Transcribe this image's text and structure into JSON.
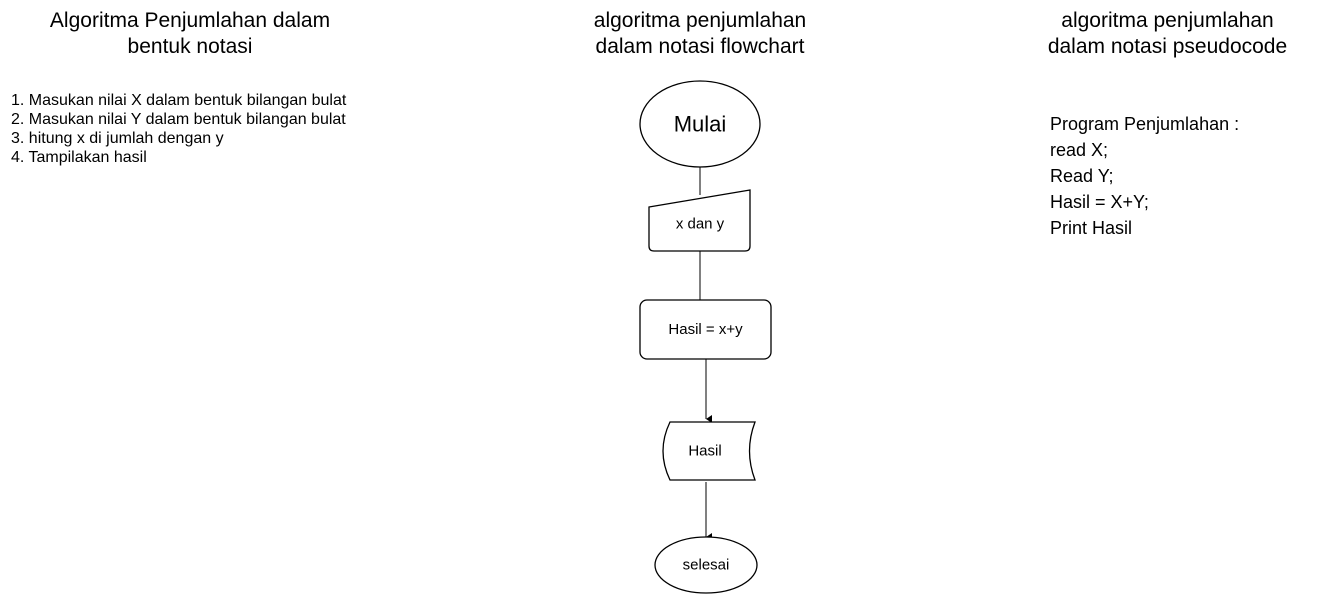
{
  "sections": {
    "left": {
      "title_lines": [
        "Algoritma Penjumlahan dalam",
        "bentuk notasi"
      ],
      "steps": [
        "1. Masukan nilai X dalam bentuk bilangan bulat",
        "2. Masukan nilai Y dalam bentuk bilangan bulat",
        "3. hitung x di jumlah dengan y",
        "4. Tampilakan hasil"
      ]
    },
    "middle": {
      "title_lines": [
        "algoritma penjumlahan",
        "dalam notasi flowchart"
      ],
      "flowchart": {
        "start": "Mulai",
        "input": "x dan y",
        "process": "Hasil = x+y",
        "output": "Hasil",
        "end": "selesai"
      }
    },
    "right": {
      "title_lines": [
        "algoritma penjumlahan",
        "dalam notasi pseudocode"
      ],
      "pseudocode": [
        "Program Penjumlahan :",
        "read X;",
        "Read Y;",
        "Hasil = X+Y;",
        "Print Hasil"
      ]
    }
  }
}
